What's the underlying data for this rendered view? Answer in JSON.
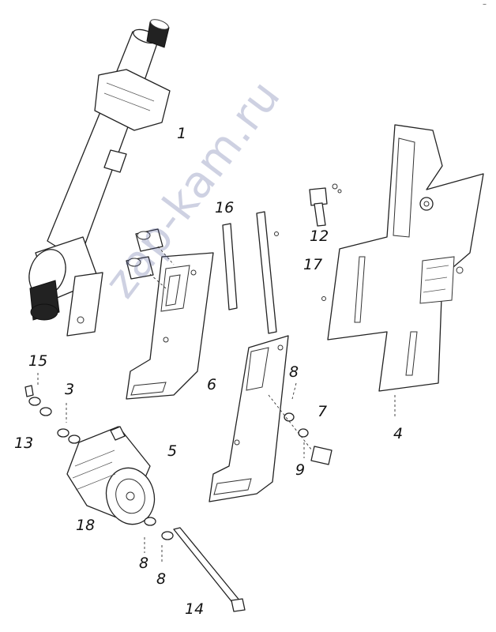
{
  "diagram": {
    "watermark": "zap-kam.ru",
    "corner_mark": "–",
    "callouts": [
      {
        "id": "1",
        "text": "1"
      },
      {
        "id": "16",
        "text": "16"
      },
      {
        "id": "12",
        "text": "12"
      },
      {
        "id": "17",
        "text": "17"
      },
      {
        "id": "6",
        "text": "6"
      },
      {
        "id": "8a",
        "text": "8"
      },
      {
        "id": "7",
        "text": "7"
      },
      {
        "id": "9",
        "text": "9"
      },
      {
        "id": "4",
        "text": "4"
      },
      {
        "id": "15",
        "text": "15"
      },
      {
        "id": "3",
        "text": "3"
      },
      {
        "id": "13",
        "text": "13"
      },
      {
        "id": "5",
        "text": "5"
      },
      {
        "id": "18",
        "text": "18"
      },
      {
        "id": "8b",
        "text": "8"
      },
      {
        "id": "8c",
        "text": "8"
      },
      {
        "id": "14",
        "text": "14"
      }
    ]
  }
}
